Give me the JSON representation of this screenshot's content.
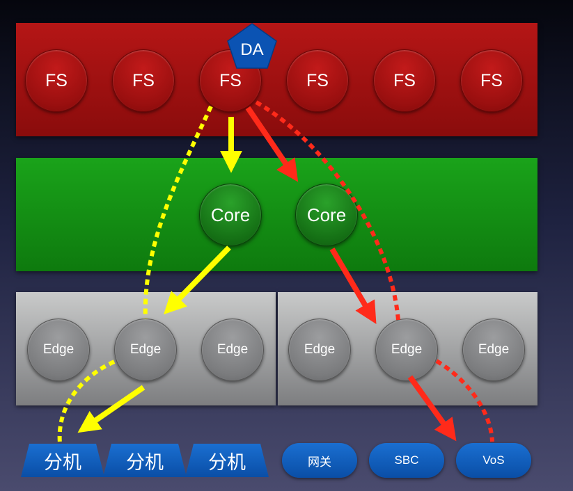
{
  "da": {
    "label": "DA"
  },
  "fs_nodes": [
    "FS",
    "FS",
    "FS",
    "FS",
    "FS",
    "FS"
  ],
  "core_nodes": [
    "Core",
    "Core"
  ],
  "edge_nodes": [
    "Edge",
    "Edge",
    "Edge",
    "Edge",
    "Edge",
    "Edge"
  ],
  "extensions": [
    "分机",
    "分机",
    "分机"
  ],
  "endpoints": [
    "网关",
    "SBC",
    "VoS"
  ],
  "colors": {
    "fs_layer": "#a01212",
    "core_layer": "#149014",
    "edge_layer": "#a8a9ab",
    "device": "#0a55b0",
    "yellow_path": "#ffff00",
    "red_path": "#ff2a1a"
  }
}
